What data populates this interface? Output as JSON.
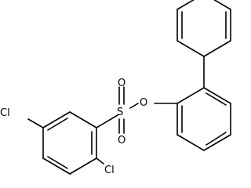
{
  "molecule": {
    "atoms": {
      "chlorine_left": "Cl",
      "chlorine_bottom": "Cl",
      "sulfur": "S",
      "oxygen_top": "O",
      "oxygen_bottom": "O",
      "oxygen_ester": "O"
    },
    "colors": {
      "bond": "#000000",
      "label": "#000000",
      "background": "#ffffff"
    }
  }
}
